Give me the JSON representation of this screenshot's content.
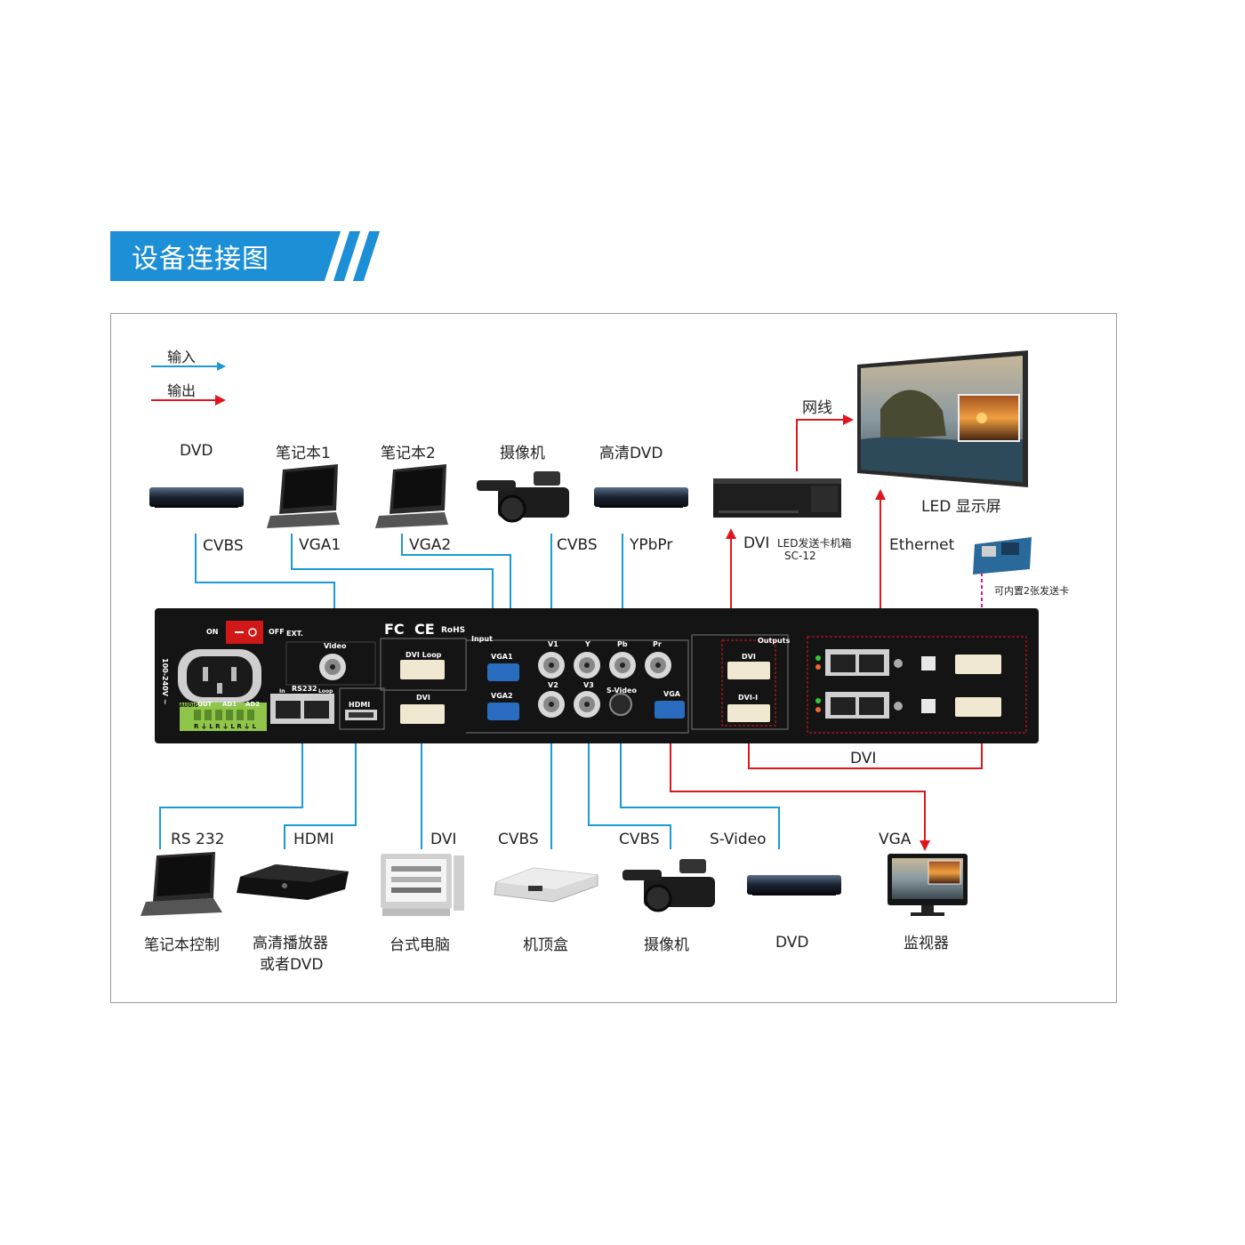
{
  "title": "设备连接图",
  "legend": {
    "input": "输入",
    "output": "输出",
    "input_color": "#1a9ad6",
    "output_color": "#e0161e"
  },
  "top_devices": {
    "dvd": "DVD",
    "laptop1": "笔记本1",
    "laptop2": "笔记本2",
    "camera": "摄像机",
    "hd_dvd": "高清DVD",
    "sender_box_name": "LED发送卡机箱",
    "sender_box_model": "SC-12",
    "led_screen": "LED 显示屏",
    "network_cable": "网线",
    "card_note": "可内置2张发送卡"
  },
  "top_signals": {
    "cvbs1": "CVBS",
    "vga1": "VGA1",
    "vga2": "VGA2",
    "cvbs2": "CVBS",
    "ypbpr": "YPbPr",
    "dvi_out": "DVI",
    "ethernet": "Ethernet"
  },
  "panel": {
    "on": "ON",
    "off": "OFF",
    "ext": "EXT.",
    "power": "100-240V ~",
    "video": "Video",
    "dvi_loop": "DVI Loop",
    "input": "Input",
    "vga1": "VGA1",
    "vga2": "VGA2",
    "v1": "V1",
    "v2": "V2",
    "v3": "V3",
    "y": "Y",
    "pb": "Pb",
    "pr": "Pr",
    "svideo": "S-Video",
    "outputs": "Outputs",
    "dvi": "DVI",
    "dvi_i": "DVI-I",
    "vga": "VGA",
    "hdmi": "HDMI",
    "rs232": "RS232",
    "in": "In",
    "loop": "Loop",
    "audio": "AUDIO",
    "out": "OUT",
    "ad1": "AD1",
    "ad2": "AD2",
    "audio_pins": "R ⏚ L R ⏚ L R ⏚ L",
    "fc": "FC",
    "ce": "CE",
    "rohs": "RoHS"
  },
  "bottom_signals": {
    "rs232": "RS 232",
    "hdmi": "HDMI",
    "dvi": "DVI",
    "cvbs1": "CVBS",
    "cvbs2": "CVBS",
    "svideo": "S-Video",
    "vga": "VGA",
    "dvi_loop": "DVI"
  },
  "bottom_devices": {
    "laptop_ctrl": "笔记本控制",
    "hd_player_1": "高清播放器",
    "hd_player_2": "或者DVD",
    "desktop": "台式电脑",
    "stb": "机顶盒",
    "camera": "摄像机",
    "dvd": "DVD",
    "monitor": "监视器"
  }
}
